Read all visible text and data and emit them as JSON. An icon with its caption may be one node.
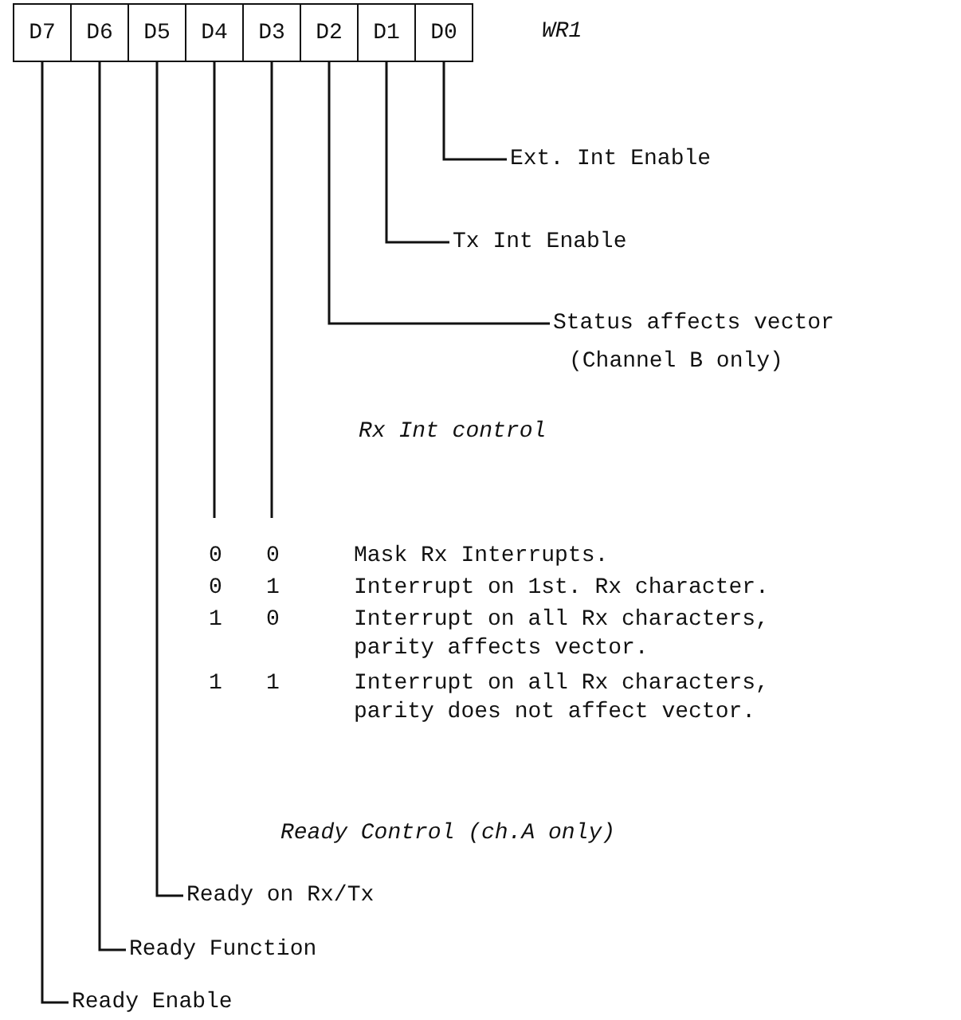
{
  "diagram": {
    "nodes": [
      {
        "text": [
          "D7"
        ]
      },
      {
        "text": [
          "D6"
        ]
      },
      {
        "text": [
          "D5"
        ]
      },
      {
        "text": [
          "D4"
        ]
      },
      {
        "text": [
          "D3"
        ]
      },
      {
        "text": [
          "D2"
        ]
      },
      {
        "text": [
          "D1"
        ]
      },
      {
        "text": [
          "D0"
        ]
      },
      {
        "text": [
          "Ext. Int Enable"
        ]
      },
      {
        "text": [
          "Tx Int Enable"
        ]
      },
      {
        "text": [
          "Status affects vector",
          "(Channel B only)"
        ]
      },
      {
        "text": [
          "Ready on Rx/Tx"
        ]
      },
      {
        "text": [
          "Ready Function"
        ]
      },
      {
        "text": [
          "Ready Enable"
        ]
      }
    ],
    "edges": [
      {
        "from": 7,
        "to": 8,
        "arrow": "none"
      },
      {
        "from": 6,
        "to": 9,
        "arrow": "none"
      },
      {
        "from": 5,
        "to": 10,
        "arrow": "none"
      },
      {
        "from": 3,
        "to": null,
        "arrow": "none"
      },
      {
        "from": 4,
        "to": null,
        "arrow": "none"
      },
      {
        "from": 2,
        "to": 11,
        "arrow": "none"
      },
      {
        "from": 1,
        "to": 12,
        "arrow": "none"
      },
      {
        "from": 0,
        "to": 13,
        "arrow": "none"
      }
    ],
    "labels": [
      "WR1",
      "Rx Int control",
      "0",
      "0",
      "Mask Rx Interrupts.",
      "0",
      "1",
      "Interrupt on 1st. Rx character.",
      "1",
      "0",
      "Interrupt on all Rx characters, parity affects vector.",
      "1",
      "1",
      "Interrupt on all Rx characters, parity does not affect vector.",
      "Ready Control (ch.A only)"
    ]
  }
}
